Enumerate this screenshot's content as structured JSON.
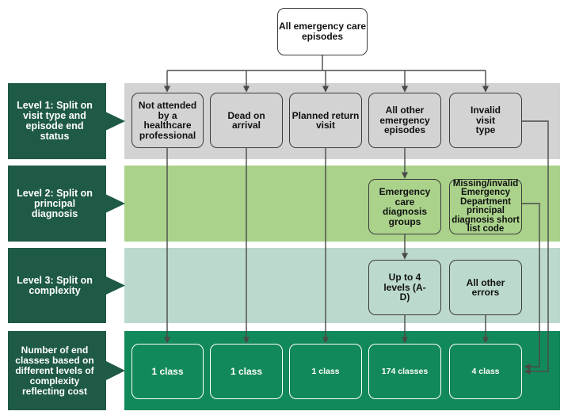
{
  "root": "All emergency care episodes",
  "levels": [
    {
      "label": "Level 1: Split on visit type and episode end status",
      "color": "#d3d3d3"
    },
    {
      "label": "Level 2: Split on principal diagnosis",
      "color": "#aad28b"
    },
    {
      "label": "Level 3: Split on complexity",
      "color": "#bcd9cd"
    },
    {
      "label": "Number of end classes based on different levels of complexity reflecting cost",
      "color": "#12895a"
    }
  ],
  "level1_boxes": [
    "Not attended by a healthcare professional",
    "Dead on arrival",
    "Planned return visit",
    "All other emergency episodes",
    "Invalid visit type"
  ],
  "level2_boxes": [
    "Emergency care diagnosis groups",
    "Missing/invalid Emergency Department principal diagnosis short list code"
  ],
  "level3_boxes": [
    "Up to 4 levels (A-D)",
    "All other errors"
  ],
  "end_classes": [
    "1 class",
    "1 class",
    "1 class",
    "174 classes",
    "4 class"
  ],
  "colors": {
    "level_label_bg": "#1e5a46",
    "band_1": "#d3d3d3",
    "band_2": "#aad28b",
    "band_3": "#bcd9cd",
    "band_4": "#12895a",
    "arrow": "#4a4a4a"
  }
}
